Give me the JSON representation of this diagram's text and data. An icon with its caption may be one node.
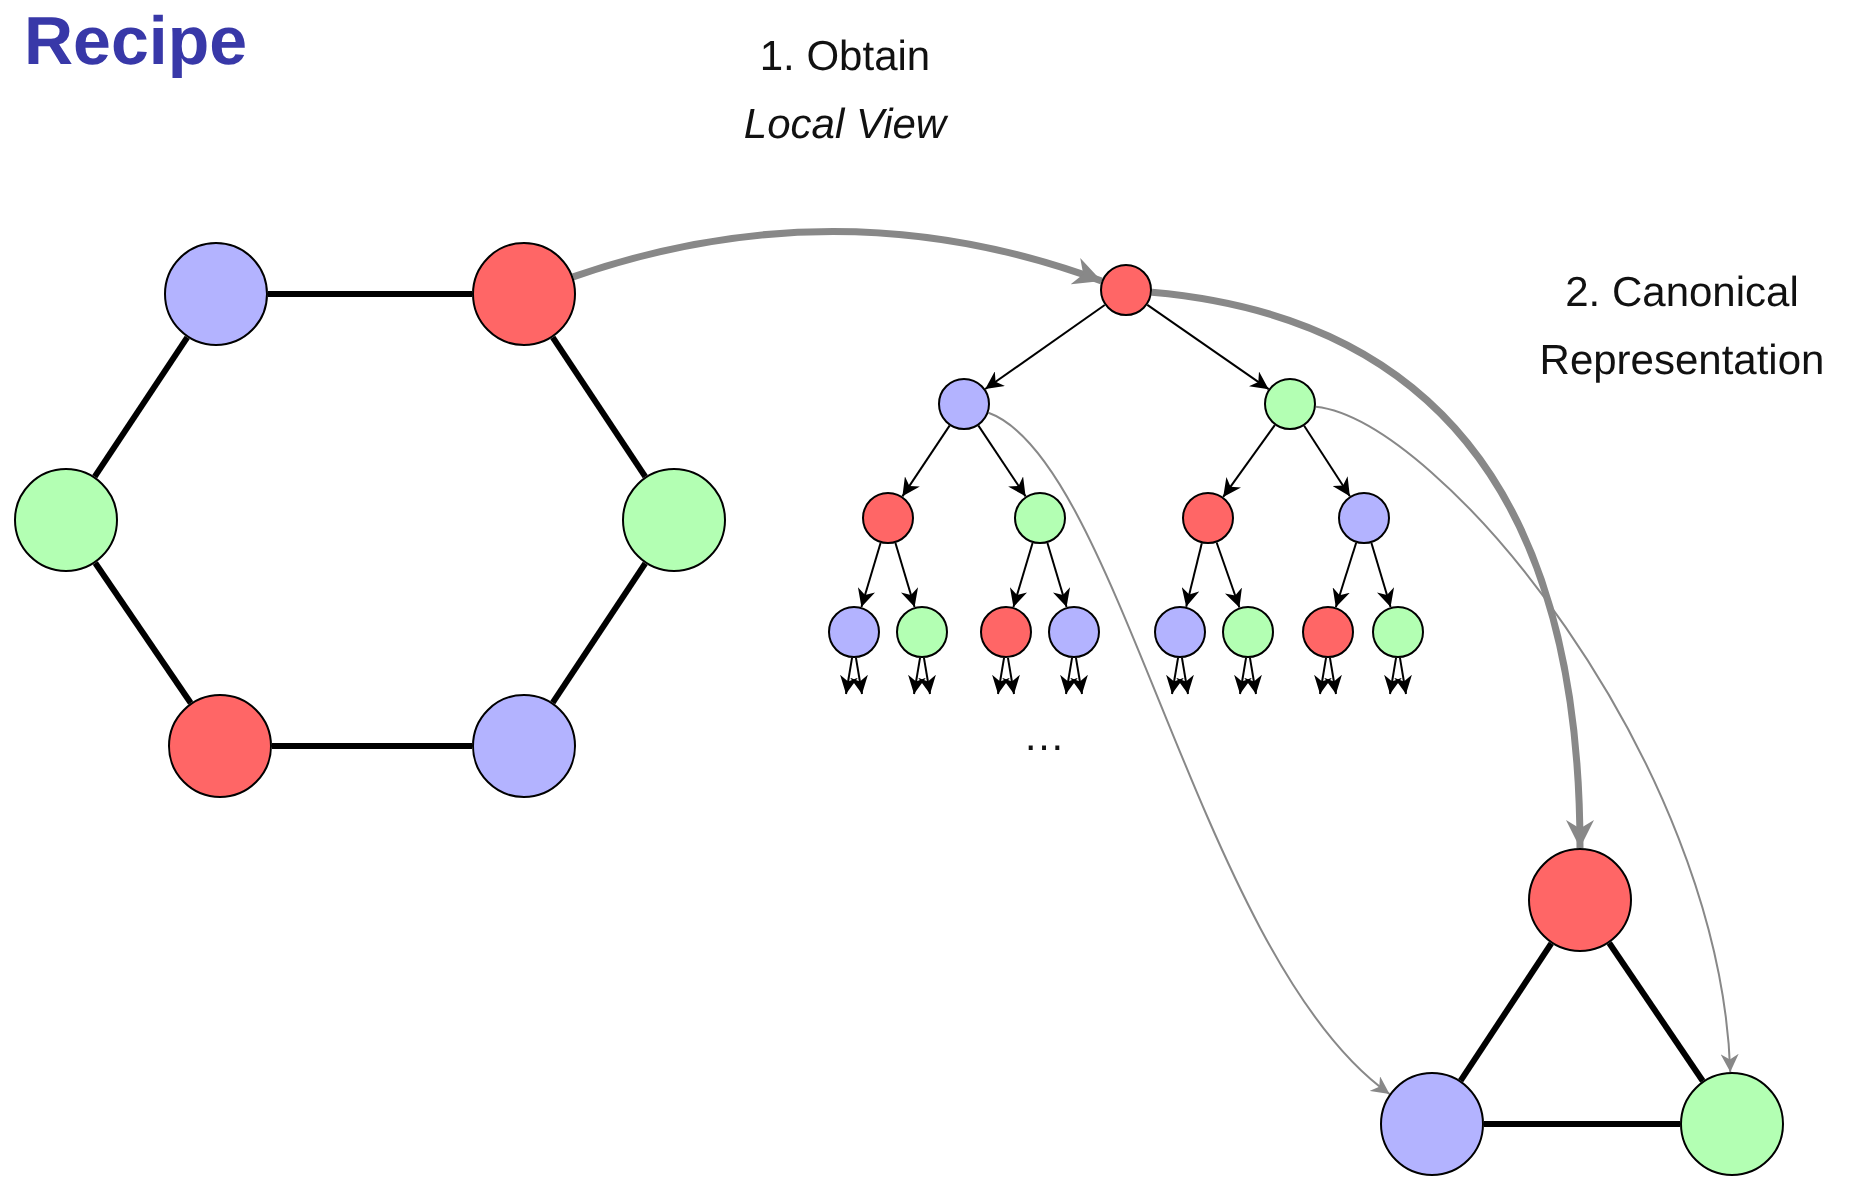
{
  "diagram": {
    "title": "Recipe",
    "nodes": [
      {
        "text": [],
        "shape": "circle"
      },
      {
        "text": [],
        "shape": "circle"
      },
      {
        "text": [],
        "shape": "circle"
      },
      {
        "text": [],
        "shape": "circle"
      },
      {
        "text": [],
        "shape": "circle"
      },
      {
        "text": [],
        "shape": "circle"
      },
      {
        "text": [],
        "shape": "circle"
      },
      {
        "text": [],
        "shape": "circle"
      },
      {
        "text": [],
        "shape": "circle"
      },
      {
        "text": [],
        "shape": "circle"
      },
      {
        "text": [],
        "shape": "circle"
      },
      {
        "text": [],
        "shape": "circle"
      },
      {
        "text": [],
        "shape": "circle"
      },
      {
        "text": [],
        "shape": "circle"
      },
      {
        "text": [],
        "shape": "circle"
      },
      {
        "text": [],
        "shape": "circle"
      },
      {
        "text": [],
        "shape": "circle"
      },
      {
        "text": [],
        "shape": "circle"
      },
      {
        "text": [],
        "shape": "circle"
      },
      {
        "text": [],
        "shape": "circle"
      },
      {
        "text": [],
        "shape": "circle"
      },
      {
        "text": [],
        "shape": "circle"
      },
      {
        "text": [],
        "shape": "circle"
      },
      {
        "text": [],
        "shape": "circle"
      }
    ],
    "edges": [
      {
        "from": 0,
        "to": 1,
        "arrow": "none",
        "style": "thick"
      },
      {
        "from": 1,
        "to": 3,
        "arrow": "none",
        "style": "thick"
      },
      {
        "from": 3,
        "to": 5,
        "arrow": "none",
        "style": "thick"
      },
      {
        "from": 5,
        "to": 4,
        "arrow": "none",
        "style": "thick"
      },
      {
        "from": 4,
        "to": 2,
        "arrow": "none",
        "style": "thick"
      },
      {
        "from": 2,
        "to": 0,
        "arrow": "none",
        "style": "thick"
      },
      {
        "from": 1,
        "to": 6,
        "arrow": "to",
        "label": "1. Obtain *Local View*",
        "style": "thick",
        "color": "#888888"
      },
      {
        "from": 6,
        "to": 7,
        "arrow": "to"
      },
      {
        "from": 6,
        "to": 8,
        "arrow": "to"
      },
      {
        "from": 7,
        "to": 9,
        "arrow": "to"
      },
      {
        "from": 7,
        "to": 10,
        "arrow": "to"
      },
      {
        "from": 8,
        "to": 11,
        "arrow": "to"
      },
      {
        "from": 8,
        "to": 12,
        "arrow": "to"
      },
      {
        "from": 9,
        "to": 13,
        "arrow": "to"
      },
      {
        "from": 9,
        "to": 14,
        "arrow": "to"
      },
      {
        "from": 10,
        "to": 15,
        "arrow": "to"
      },
      {
        "from": 10,
        "to": 16,
        "arrow": "to"
      },
      {
        "from": 11,
        "to": 17,
        "arrow": "to"
      },
      {
        "from": 11,
        "to": 18,
        "arrow": "to"
      },
      {
        "from": 12,
        "to": 19,
        "arrow": "to"
      },
      {
        "from": 12,
        "to": 20,
        "arrow": "to"
      },
      {
        "from": 13,
        "to": null,
        "arrow": "to"
      },
      {
        "from": 13,
        "to": null,
        "arrow": "to"
      },
      {
        "from": 14,
        "to": null,
        "arrow": "to"
      },
      {
        "from": 14,
        "to": null,
        "arrow": "to"
      },
      {
        "from": 15,
        "to": null,
        "arrow": "to"
      },
      {
        "from": 15,
        "to": null,
        "arrow": "to"
      },
      {
        "from": 16,
        "to": null,
        "arrow": "to"
      },
      {
        "from": 16,
        "to": null,
        "arrow": "to"
      },
      {
        "from": 17,
        "to": null,
        "arrow": "to"
      },
      {
        "from": 17,
        "to": null,
        "arrow": "to"
      },
      {
        "from": 18,
        "to": null,
        "arrow": "to"
      },
      {
        "from": 18,
        "to": null,
        "arrow": "to"
      },
      {
        "from": 19,
        "to": null,
        "arrow": "to"
      },
      {
        "from": 19,
        "to": null,
        "arrow": "to"
      },
      {
        "from": 20,
        "to": null,
        "arrow": "to"
      },
      {
        "from": 20,
        "to": null,
        "arrow": "to"
      },
      {
        "from": 6,
        "to": 21,
        "arrow": "to",
        "label": "2. Canonical Representation",
        "style": "thick",
        "color": "#888888"
      },
      {
        "from": 7,
        "to": 22,
        "arrow": "to",
        "color": "#888888"
      },
      {
        "from": 8,
        "to": 23,
        "arrow": "to",
        "color": "#888888"
      },
      {
        "from": 21,
        "to": 22,
        "arrow": "none",
        "style": "thick"
      },
      {
        "from": 22,
        "to": 23,
        "arrow": "none",
        "style": "thick"
      },
      {
        "from": 23,
        "to": 21,
        "arrow": "none",
        "style": "thick"
      }
    ],
    "labels": [
      "…"
    ]
  }
}
